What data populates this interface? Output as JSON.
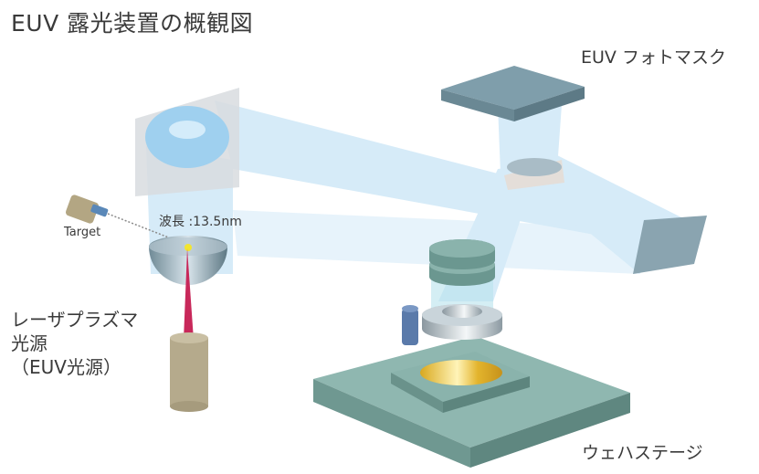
{
  "title": "EUV 露光装置の概観図",
  "labels": {
    "photomask": "EUV フォトマスク",
    "target": "Target",
    "wavelength": "波長 :13.5nm",
    "laser_line1": "レーザプラズマ",
    "laser_line2": "光源",
    "laser_line3": "（EUV光源）",
    "wafer_stage": "ウェハステージ"
  },
  "colors": {
    "beam": "#cfe8f7",
    "mask": "#7f9eab",
    "stage": "#7fa9a2",
    "laser": "#c8285a",
    "source_cylinder": "#b5aa8c",
    "wafer": "#e8c23c",
    "sensor": "#5a7aaa"
  }
}
